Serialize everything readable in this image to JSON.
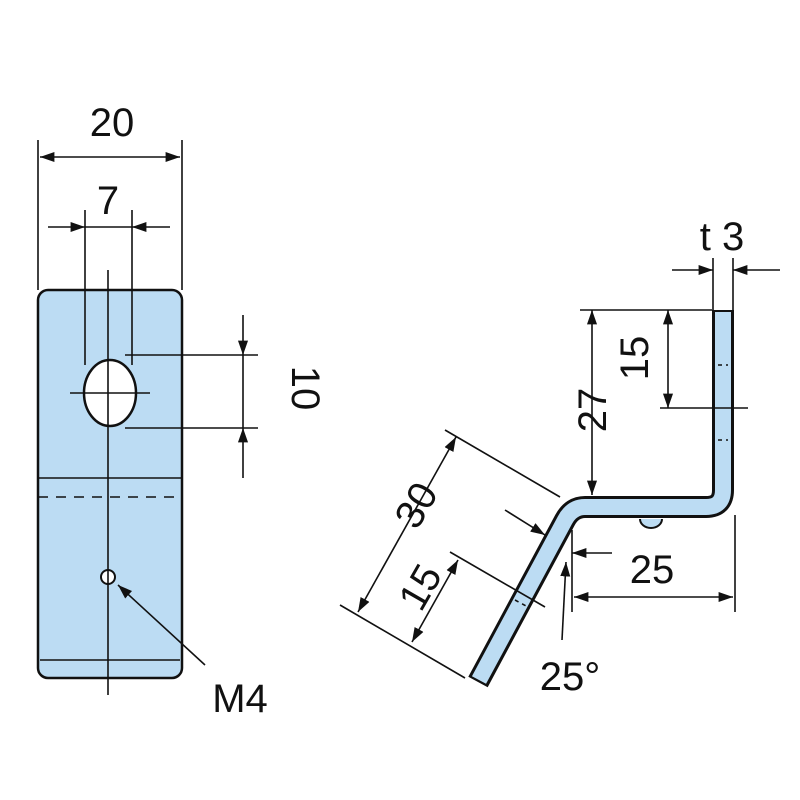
{
  "colors": {
    "part_fill": "#bcdcf3",
    "line": "#111111"
  },
  "front_view": {
    "width_label": "20",
    "hole_offset_label": "7",
    "slot_length_label": "10",
    "thread_label": "M4"
  },
  "side_view": {
    "thickness_label": "t 3",
    "top_leg_label": "15",
    "height_label": "27",
    "diagonal_length_label": "30",
    "diagonal_slot_label": "15",
    "offset_label": "25",
    "angle_label": "25°"
  }
}
